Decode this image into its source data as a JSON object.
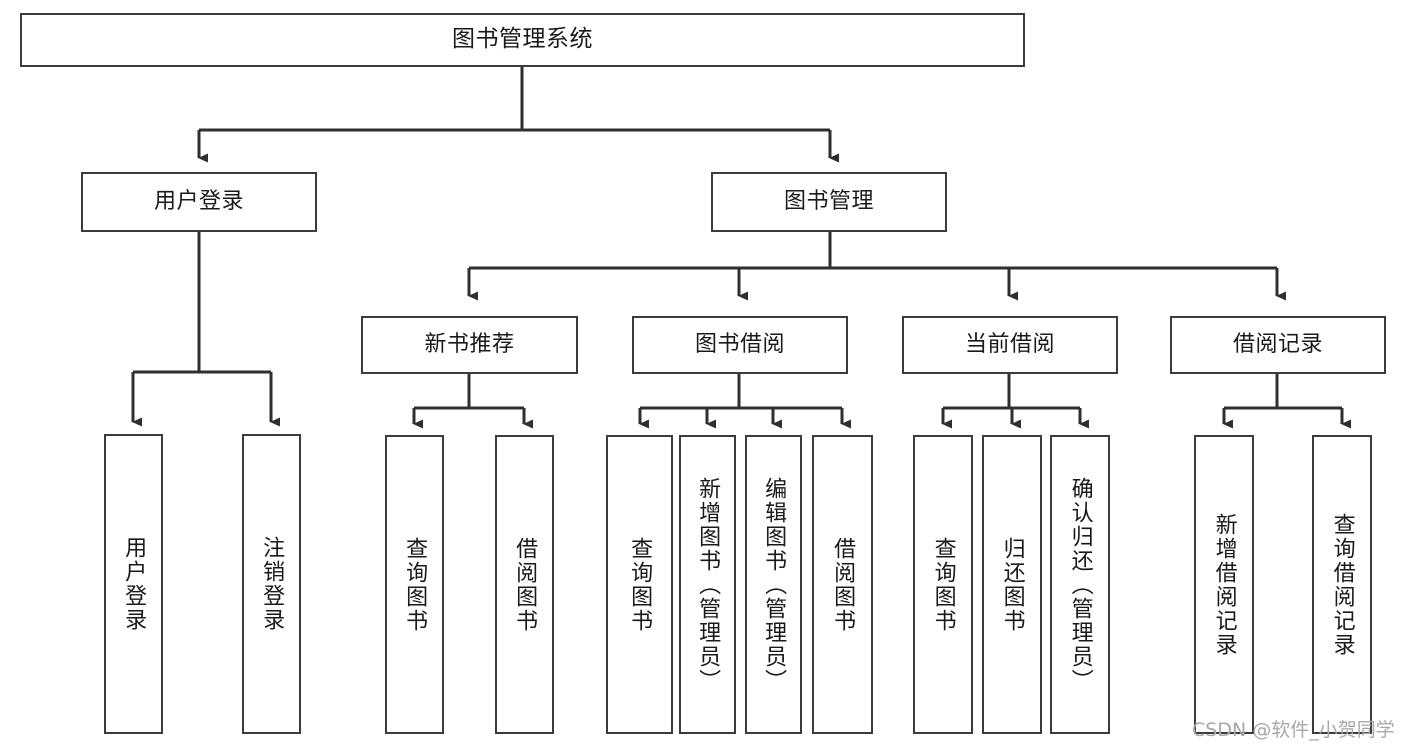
{
  "diagram": {
    "type": "tree",
    "title": "图书管理系统",
    "colors": {
      "box_border": "#3b3b3b",
      "box_fill": "#ffffff",
      "edge": "#2f2f2f",
      "text": "#1a1a1a",
      "watermark": "#a8a8a8",
      "background": "#ffffff"
    },
    "watermark": "CSDN @软件_小贺同学",
    "nodes": {
      "root": {
        "label": "图书管理系统"
      },
      "level2": [
        {
          "id": "user_login",
          "label": "用户登录"
        },
        {
          "id": "book_manage",
          "label": "图书管理"
        }
      ],
      "level3": [
        {
          "id": "new_book_rec",
          "label": "新书推荐"
        },
        {
          "id": "book_borrow",
          "label": "图书借阅"
        },
        {
          "id": "current_borrow",
          "label": "当前借阅"
        },
        {
          "id": "borrow_record",
          "label": "借阅记录"
        }
      ],
      "leaves": [
        {
          "id": "leaf_user_login",
          "label": "用户登录",
          "parent": "user_login"
        },
        {
          "id": "leaf_user_logout",
          "label": "注销登录",
          "parent": "user_login"
        },
        {
          "id": "leaf_query_book_1",
          "label": "查询图书",
          "parent": "new_book_rec"
        },
        {
          "id": "leaf_borrow_book_1",
          "label": "借阅图书",
          "parent": "new_book_rec"
        },
        {
          "id": "leaf_query_book_2",
          "label": "查询图书",
          "parent": "book_borrow"
        },
        {
          "id": "leaf_add_book",
          "label": "新增图书（管理员）",
          "parent": "book_borrow"
        },
        {
          "id": "leaf_edit_book",
          "label": "编辑图书（管理员）",
          "parent": "book_borrow"
        },
        {
          "id": "leaf_borrow_book_2",
          "label": "借阅图书",
          "parent": "book_borrow"
        },
        {
          "id": "leaf_query_book_3",
          "label": "查询图书",
          "parent": "current_borrow"
        },
        {
          "id": "leaf_return_book",
          "label": "归还图书",
          "parent": "current_borrow"
        },
        {
          "id": "leaf_confirm_return",
          "label": "确认归还（管理员）",
          "parent": "current_borrow"
        },
        {
          "id": "leaf_add_record",
          "label": "新增借阅记录",
          "parent": "borrow_record"
        },
        {
          "id": "leaf_query_record",
          "label": "查询借阅记录",
          "parent": "borrow_record"
        }
      ]
    }
  }
}
